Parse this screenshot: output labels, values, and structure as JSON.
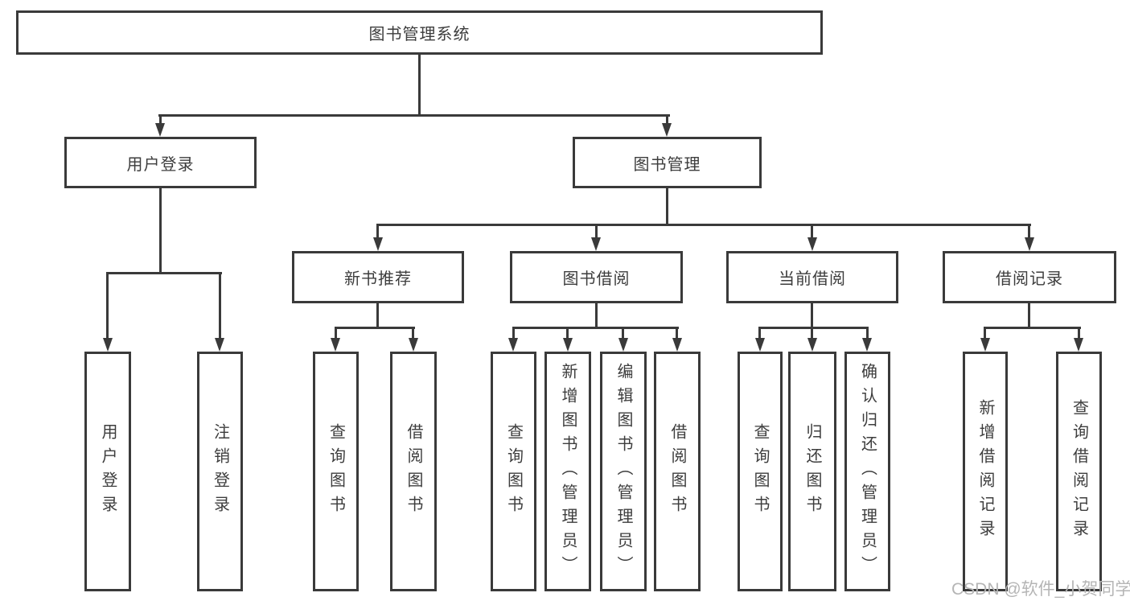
{
  "diagram_title": "图书管理系统",
  "tree": {
    "root": {
      "label": "图书管理系统"
    },
    "branches": [
      {
        "label": "用户登录",
        "children": [
          {
            "label": "用户登录"
          },
          {
            "label": "注销登录"
          }
        ]
      },
      {
        "label": "图书管理",
        "children": [
          {
            "label": "新书推荐",
            "children": [
              {
                "label": "查询图书"
              },
              {
                "label": "借阅图书"
              }
            ]
          },
          {
            "label": "图书借阅",
            "children": [
              {
                "label": "查询图书"
              },
              {
                "label": "新增图书（管理员）"
              },
              {
                "label": "编辑图书（管理员）"
              },
              {
                "label": "借阅图书"
              }
            ]
          },
          {
            "label": "当前借阅",
            "children": [
              {
                "label": "查询图书"
              },
              {
                "label": "归还图书"
              },
              {
                "label": "确认归还（管理员）"
              }
            ]
          },
          {
            "label": "借阅记录",
            "children": [
              {
                "label": "新增借阅记录"
              },
              {
                "label": "查询借阅记录"
              }
            ]
          }
        ]
      }
    ]
  },
  "watermark": {
    "text": "CSDN @软件_小贺同学",
    "color": "#b5b5b5"
  },
  "colors": {
    "line": "#3a3a3a",
    "text": "#3d3d3d",
    "node_fill": "#ffffff",
    "background": "#ffffff"
  }
}
